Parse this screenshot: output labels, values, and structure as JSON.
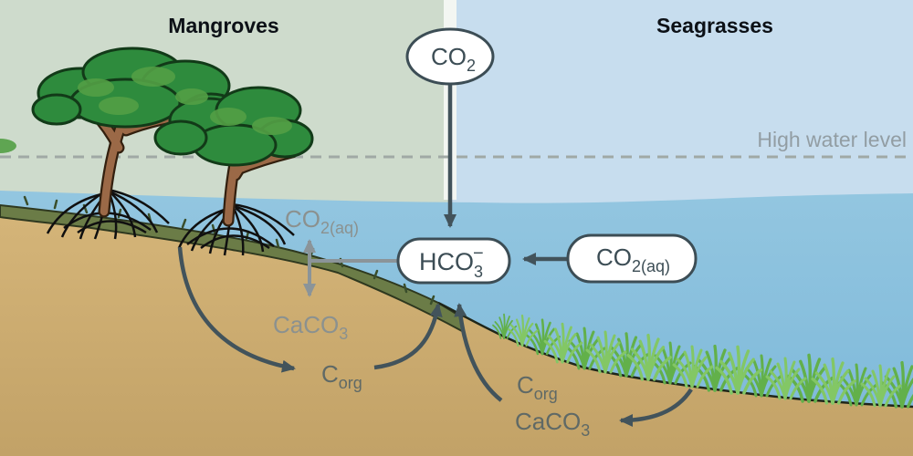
{
  "diagram": {
    "title_left": "Mangroves",
    "title_right": "Seagrasses",
    "water_line_label": "High water level",
    "nodes": {
      "co2_atmosphere": {
        "main": "CO",
        "sub": "2"
      },
      "hco3": {
        "main": "HCO",
        "sub": "3",
        "sup": "−"
      },
      "co2_dissolved_right": {
        "main": "CO",
        "sub": "2(aq)"
      }
    },
    "labels": {
      "co2_dissolved_left": {
        "main": "CO",
        "sub": "2(aq)"
      },
      "caco3_left": {
        "main": "CaCO",
        "sub": "3"
      },
      "corg_left": {
        "main": "C",
        "sub": "org"
      },
      "corg_right": {
        "main": "C",
        "sub": "org"
      },
      "caco3_right": {
        "main": "CaCO",
        "sub": "3"
      }
    },
    "colors": {
      "left_sky": "#cedbcc",
      "right_sky": "#c7ddee",
      "divider": "#f3f6f2",
      "water_top": "#93c6e0",
      "water_bottom": "#7cb8d9",
      "sediment_top": "#d5b579",
      "sediment_bottom": "#c2a267",
      "shore_olive": "#6b7c47",
      "canopy_green": "#2e8b3d",
      "canopy_light": "#539f45",
      "trunk_brown": "#9b6947",
      "root_black": "#101010",
      "seagrass_green": "#62b04a",
      "seagrass_light": "#83c765",
      "node_fill": "#ffffff",
      "node_stroke": "#3c4d55",
      "node_text": "#3c4d55",
      "arrow_dark": "#42535b",
      "arrow_gray": "#8b9499",
      "label_gray": "#8b918f",
      "label_slate": "#5f6966",
      "dashed_line": "#a0a9a5",
      "title_text": "#0c1016",
      "high_water_text": "#929da3"
    }
  }
}
